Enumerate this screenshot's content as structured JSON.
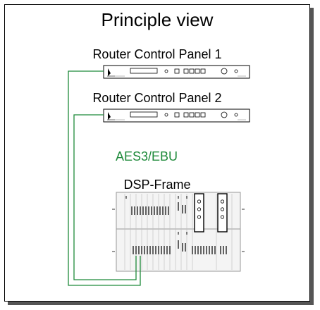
{
  "title": "Principle view",
  "panel1": {
    "label": "Router Control Panel 1"
  },
  "panel2": {
    "label": "Router Control Panel 2"
  },
  "link": {
    "label": "AES3/EBU",
    "color": "#1e8a3a"
  },
  "frame": {
    "label": "DSP-Frame"
  }
}
